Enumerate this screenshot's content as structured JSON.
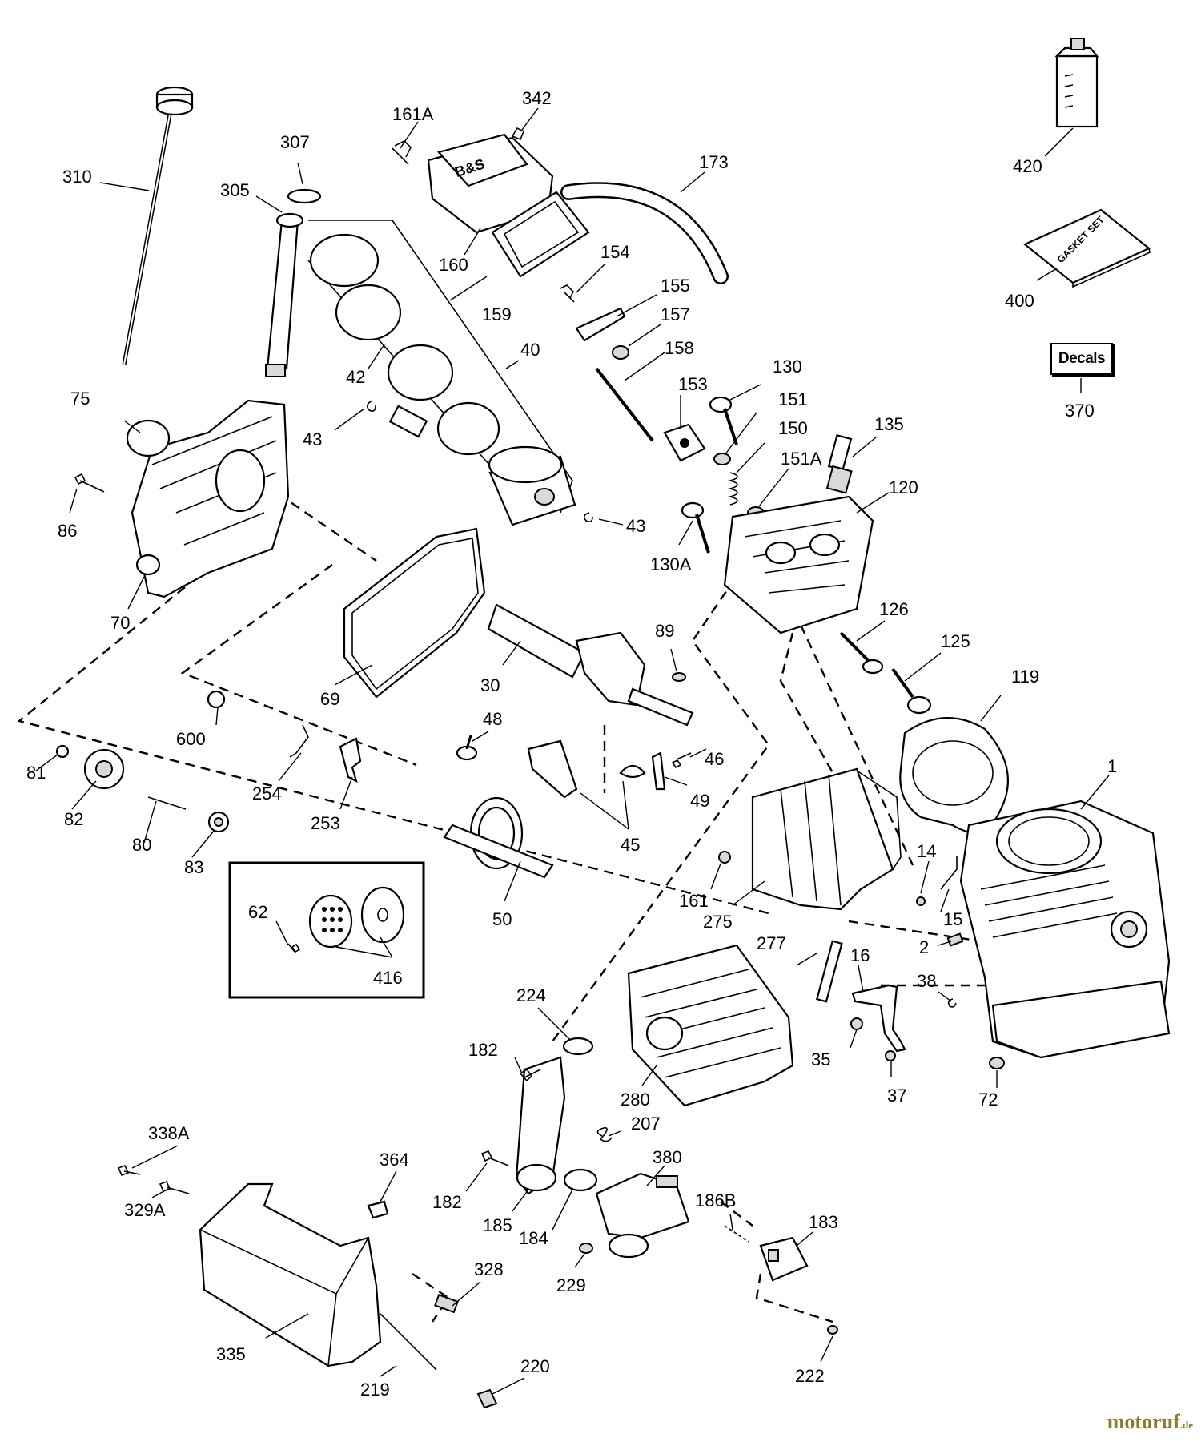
{
  "labels": {
    "p1": "1",
    "p2": "2",
    "p14": "14",
    "p15": "15",
    "p16": "16",
    "p30": "30",
    "p35": "35",
    "p37": "37",
    "p38": "38",
    "p40": "40",
    "p42": "42",
    "p43a": "43",
    "p43b": "43",
    "p45": "45",
    "p46": "46",
    "p48": "48",
    "p49": "49",
    "p50": "50",
    "p62": "62",
    "p69": "69",
    "p70": "70",
    "p72": "72",
    "p75": "75",
    "p80": "80",
    "p81": "81",
    "p82": "82",
    "p83": "83",
    "p86": "86",
    "p89": "89",
    "p119": "119",
    "p120": "120",
    "p125": "125",
    "p126": "126",
    "p130": "130",
    "p130A": "130A",
    "p135": "135",
    "p150": "150",
    "p151": "151",
    "p151A": "151A",
    "p153": "153",
    "p154": "154",
    "p155": "155",
    "p157": "157",
    "p158": "158",
    "p159": "159",
    "p160": "160",
    "p161": "161",
    "p161A": "161A",
    "p173": "173",
    "p182a": "182",
    "p182b": "182",
    "p183": "183",
    "p184": "184",
    "p185": "185",
    "p186B": "186B",
    "p207": "207",
    "p219": "219",
    "p220": "220",
    "p222": "222",
    "p224": "224",
    "p229": "229",
    "p253": "253",
    "p254": "254",
    "p275": "275",
    "p277": "277",
    "p280": "280",
    "p305": "305",
    "p307": "307",
    "p310": "310",
    "p328": "328",
    "p329A": "329A",
    "p335": "335",
    "p338A": "338A",
    "p342": "342",
    "p364": "364",
    "p370": "370",
    "p380": "380",
    "p400": "400",
    "p416": "416",
    "p420": "420",
    "p600": "600"
  },
  "decals_label": "Decals",
  "gasket_set_text": "GASKET SET",
  "valve_cover_logo": "B&S",
  "watermark": {
    "name": "motoruf",
    "tld": ".de"
  },
  "colors": {
    "line": "#000000",
    "background": "#ffffff",
    "watermark": "#8a7a2a"
  }
}
